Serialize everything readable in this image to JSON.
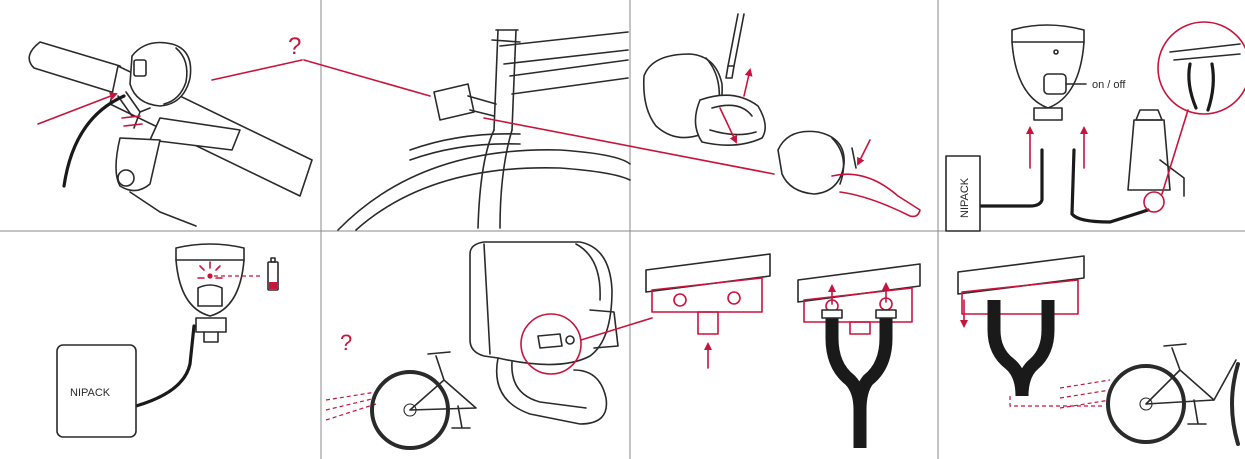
{
  "labels": {
    "question_top": "?",
    "question_bottom": "?",
    "on_off": "on / off",
    "nipack_vertical": "NIPACK",
    "nipack_box": "NIPACK"
  },
  "colors": {
    "accent": "#c8143c",
    "line": "#2a2a2a",
    "divider": "#8a8a8a"
  }
}
